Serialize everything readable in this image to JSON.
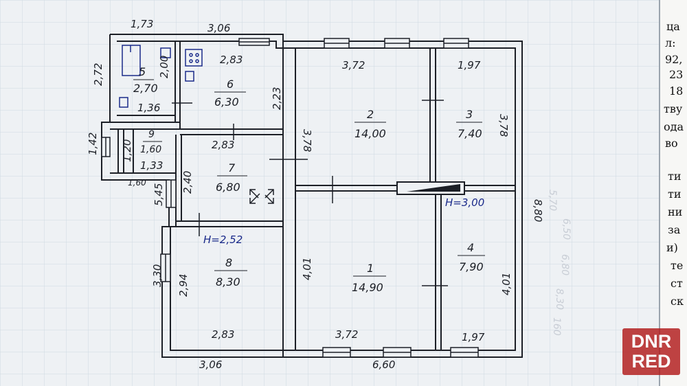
{
  "plan": {
    "outer_dims": {
      "top_left": "1,73",
      "top_mid": "3,06",
      "left_top": "2,72",
      "left_mid": "1,42",
      "left_low": "5,45",
      "left_bottom": "3,30",
      "right": "8,80",
      "bottom_left": "3,06",
      "bottom_right": "6,60"
    },
    "inner_dims": {
      "r5_height": "2,00",
      "r5_bottom": "1,36",
      "r6_top": "2,83",
      "r6_right": "2,23",
      "r9_height": "1,20",
      "r9_bottom": "1,33",
      "r9_outer_bottom": "1,60",
      "r7_top": "2,83",
      "r7_left": "2,40",
      "r8_left": "2,94",
      "r8_bottom": "2,83",
      "r2_top": "3,72",
      "r2_left": "3,78",
      "r3_top": "1,97",
      "r3_right": "3,78",
      "r1_left": "4,01",
      "r1_bottom": "3,72",
      "r4_right": "4,01",
      "r4_bottom": "1,97"
    },
    "rooms": [
      {
        "num": "1",
        "area": "14,90"
      },
      {
        "num": "2",
        "area": "14,00"
      },
      {
        "num": "3",
        "area": "7,40"
      },
      {
        "num": "4",
        "area": "7,90"
      },
      {
        "num": "5",
        "area": "2,70"
      },
      {
        "num": "6",
        "area": "6,30"
      },
      {
        "num": "7",
        "area": "6,80"
      },
      {
        "num": "8",
        "area": "8,30"
      },
      {
        "num": "9",
        "area": "1,60"
      }
    ],
    "heights": {
      "left": "H=2,52",
      "right": "H=3,00"
    }
  },
  "side_text": [
    "ца",
    "л:",
    "92,",
    "23",
    "18",
    "тву",
    "ода",
    "во",
    "ти",
    "ти",
    "ни",
    "за",
    "и)",
    "те",
    "ст",
    "ск"
  ],
  "watermark": {
    "line1": "DNR",
    "line2": "RED"
  },
  "colors": {
    "ink": "#1c1f26",
    "blue_ink": "#1a2a8a",
    "paper": "#eef1f4",
    "grid": "#c7d3dd",
    "watermark": "#b21b1b"
  }
}
